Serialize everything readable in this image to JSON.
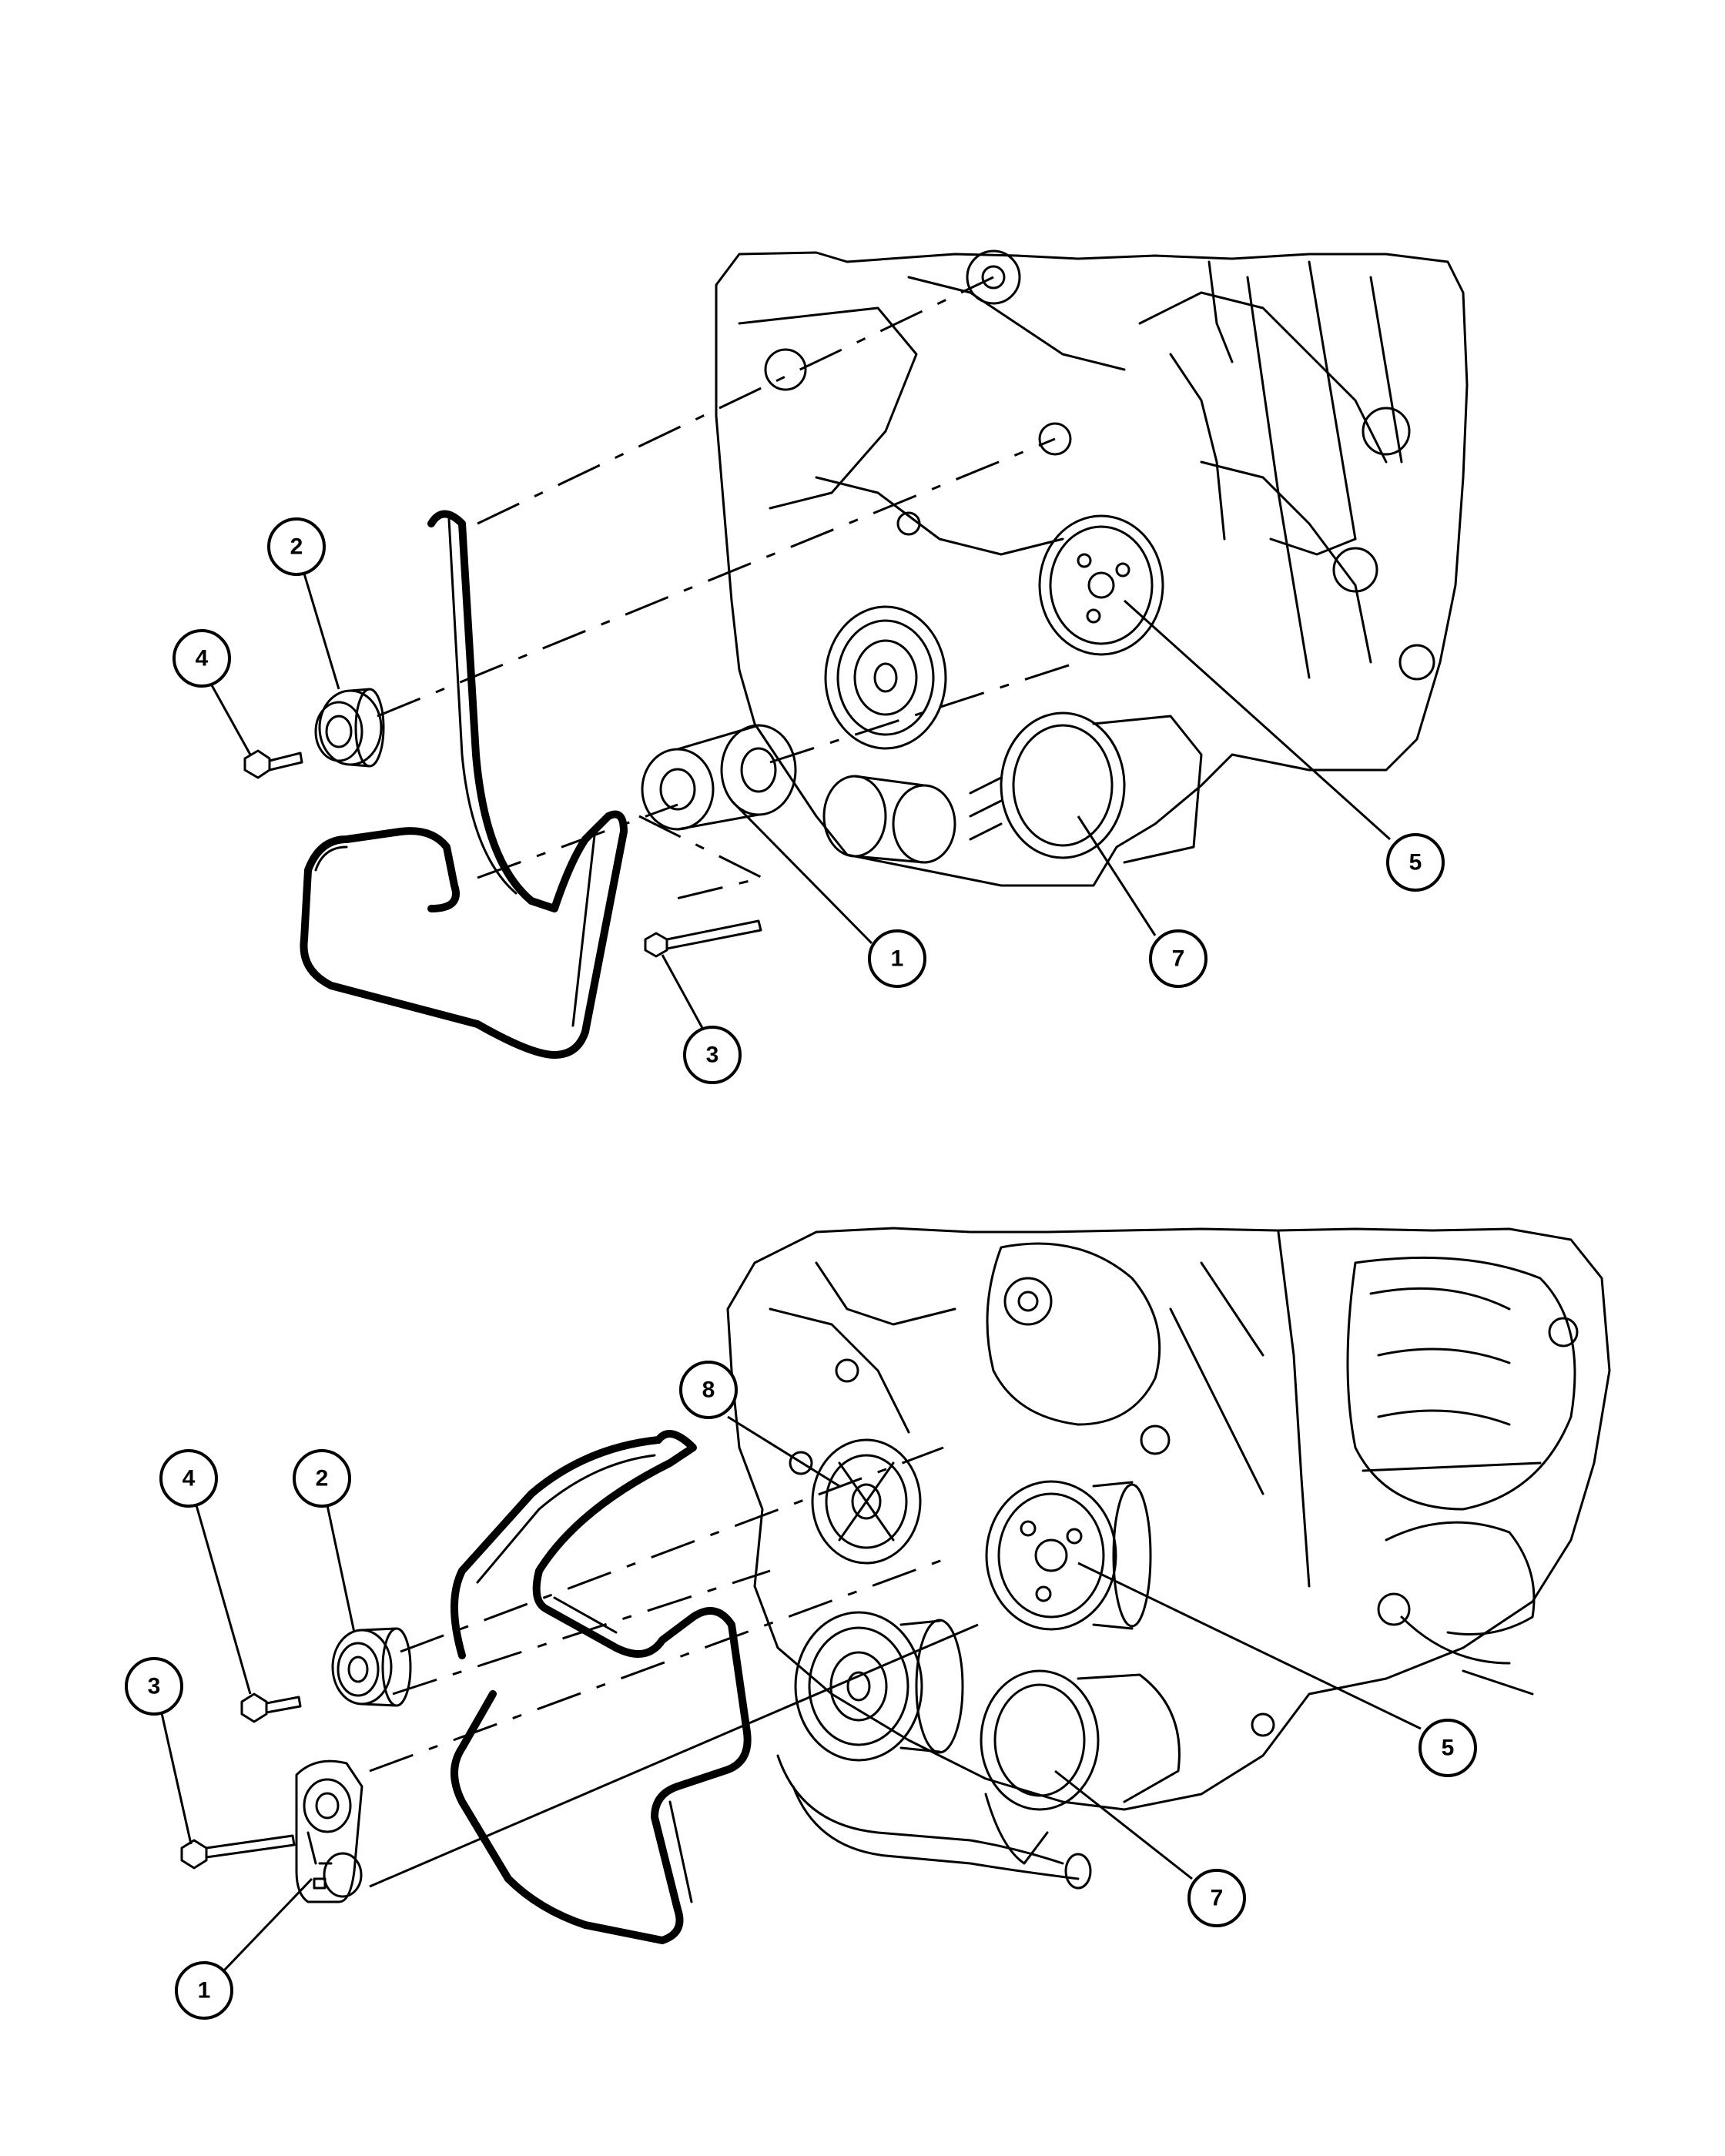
{
  "diagram": {
    "top_view": {
      "callouts": [
        {
          "label": "1",
          "part": "belt-tensioner"
        },
        {
          "label": "2",
          "part": "idler-pulley"
        },
        {
          "label": "3",
          "part": "tensioner-bolt"
        },
        {
          "label": "4",
          "part": "idler-bolt"
        },
        {
          "label": "5",
          "part": "power-steering-pulley"
        },
        {
          "label": "7",
          "part": "ac-compressor-pulley"
        }
      ]
    },
    "bottom_view": {
      "callouts": [
        {
          "label": "1",
          "part": "belt-tensioner"
        },
        {
          "label": "2",
          "part": "idler-pulley"
        },
        {
          "label": "3",
          "part": "tensioner-bolt"
        },
        {
          "label": "4",
          "part": "idler-bolt"
        },
        {
          "label": "5",
          "part": "power-steering-pulley"
        },
        {
          "label": "7",
          "part": "ac-compressor-pulley"
        },
        {
          "label": "8",
          "part": "alternator-pulley"
        }
      ]
    }
  },
  "colors": {
    "line": "#000000",
    "background": "#ffffff"
  }
}
